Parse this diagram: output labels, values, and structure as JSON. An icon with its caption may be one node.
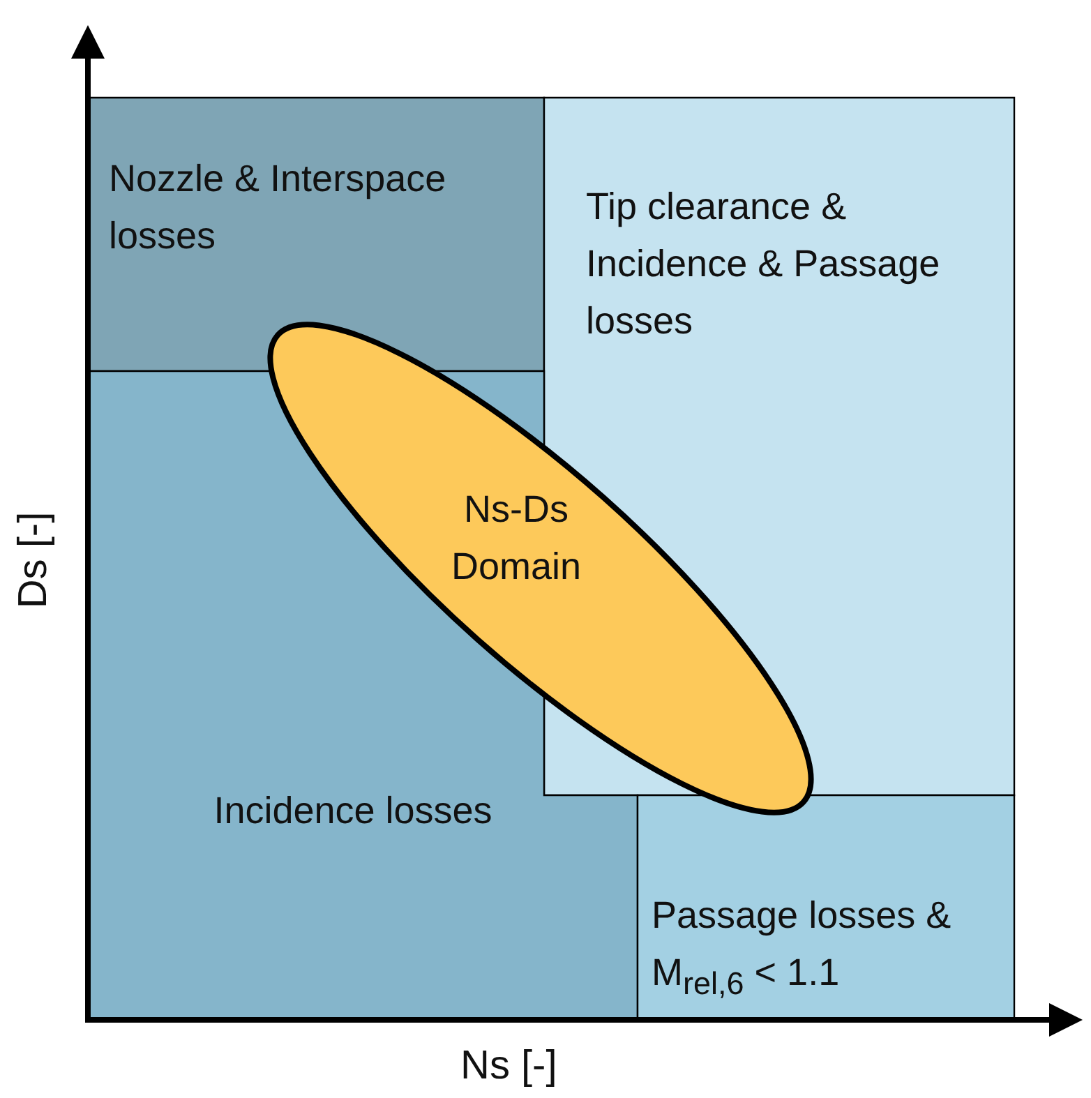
{
  "diagram": {
    "nodes": [
      {
        "text": [
          "Nozzle & Interspace losses"
        ]
      },
      {
        "text": [
          "Tip clearance & Incidence & Passage losses"
        ]
      },
      {
        "text": [
          "Incidence losses"
        ]
      },
      {
        "text": [
          "Passage losses & M$_{rel,6}$ < 1.1"
        ]
      },
      {
        "text": [
          "Ns-Ds Domain"
        ]
      }
    ],
    "edges": [],
    "labels": [
      "Ds [-]",
      "Ns [-]"
    ]
  }
}
